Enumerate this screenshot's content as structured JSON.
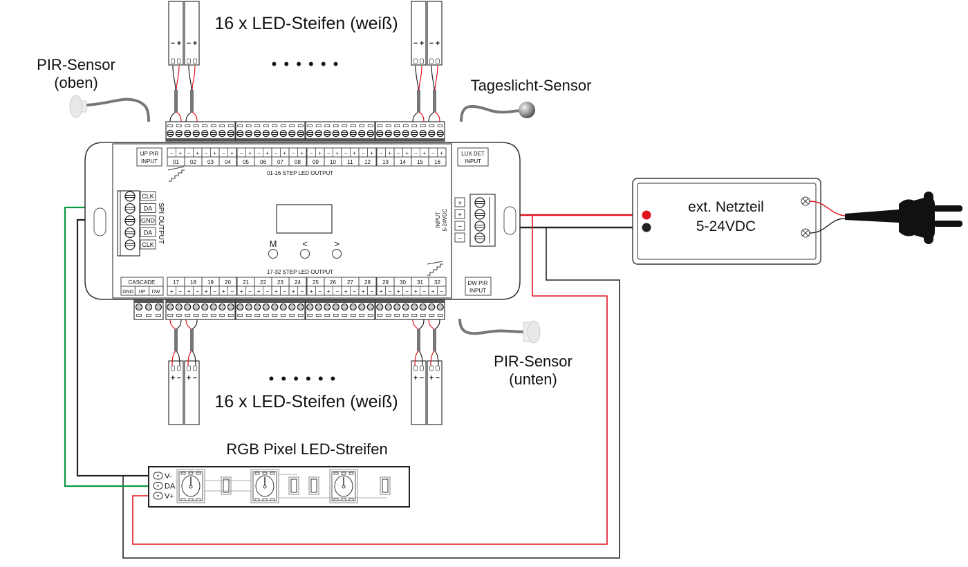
{
  "labels": {
    "top_strips": "16 x LED-Steifen (weiß)",
    "bottom_strips": "16 x LED-Steifen (weiß)",
    "dots": "• • • • • •",
    "pir_top_line1": "PIR-Sensor",
    "pir_top_line2": "(oben)",
    "daylight": "Tageslicht-Sensor",
    "pir_bottom_line1": "PIR-Sensor",
    "pir_bottom_line2": "(unten)",
    "psu_line1": "ext. Netzteil",
    "psu_line2": "5-24VDC",
    "rgb_strip": "RGB Pixel LED-Streifen"
  },
  "controller": {
    "up_pir_1": "UP PIR",
    "up_pir_2": "INPUT",
    "lux_1": "LUX DET",
    "lux_2": "INPUT",
    "dw_pir_1": "DW PIR",
    "dw_pir_2": "INPUT",
    "top_output": "01-16 STEP LED OUTPUT",
    "bottom_output": "17-32 STEP LED OUTPUT",
    "cascade": "CASCADE",
    "cascade_pins": [
      "GND",
      "UP",
      "DW"
    ],
    "spi_title": "SPI OUTPUT",
    "spi_pins": [
      "CLK",
      "DA",
      "GND",
      "DA",
      "CLK"
    ],
    "input_title_1": "INPUT",
    "input_title_2": "5-24VDC",
    "input_pins": [
      "+",
      "+",
      "−",
      "−"
    ],
    "buttons": [
      "M",
      "<",
      ">"
    ],
    "top_channels": [
      "01",
      "02",
      "03",
      "04",
      "05",
      "06",
      "07",
      "08",
      "09",
      "10",
      "11",
      "12",
      "13",
      "14",
      "15",
      "16"
    ],
    "bottom_channels": [
      "17",
      "18",
      "19",
      "20",
      "21",
      "22",
      "23",
      "24",
      "25",
      "26",
      "27",
      "28",
      "29",
      "30",
      "31",
      "32"
    ],
    "top_polarity": [
      "−",
      "+"
    ],
    "bottom_polarity": [
      "+",
      "−"
    ]
  },
  "strip_pads": {
    "top": [
      "−",
      "+"
    ],
    "bottom": [
      "+",
      "−"
    ]
  },
  "rgb_pins": [
    "V-",
    "DA",
    "V+"
  ],
  "colors": {
    "red_wire": "#e0121d",
    "black_wire": "#222222",
    "green_wire": "#0a9a40",
    "gray_cable": "#777777"
  }
}
